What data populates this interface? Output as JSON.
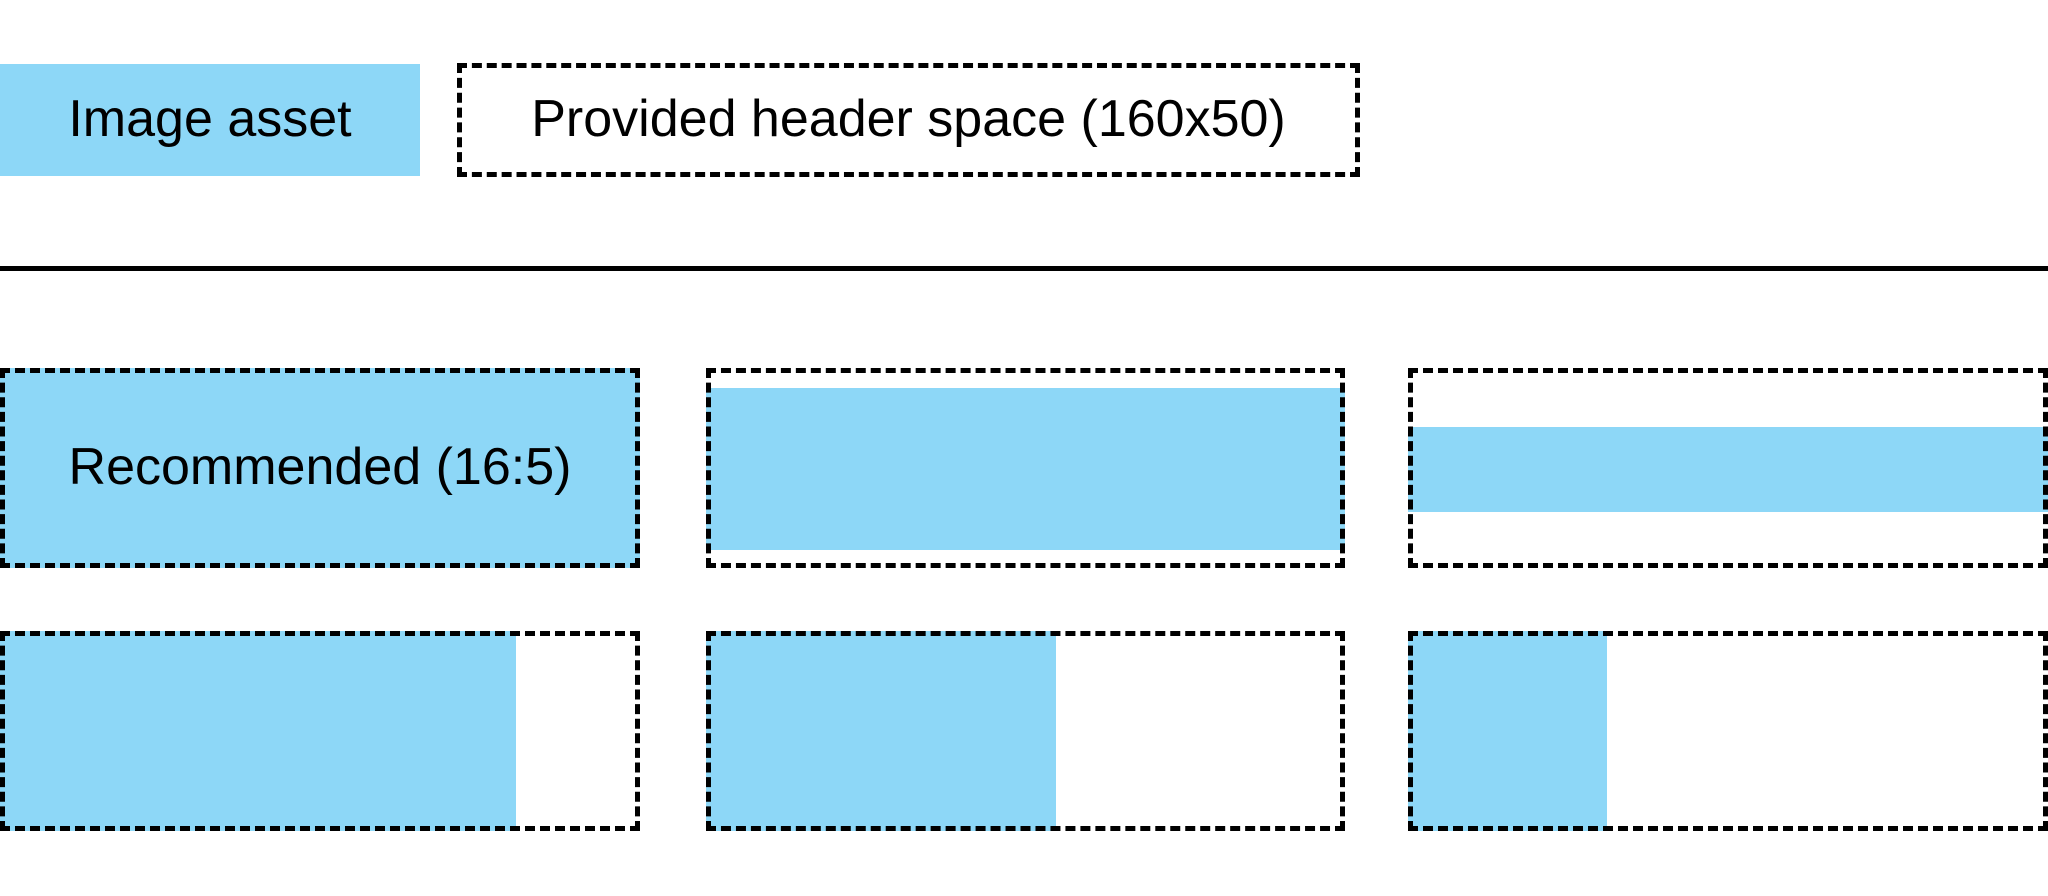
{
  "colors": {
    "asset_blue": "#8DD7F7",
    "ink": "#000000"
  },
  "legend": {
    "image_asset_label": "Image asset",
    "header_space_label": "Provided header space (160x50)"
  },
  "examples": {
    "recommended_label": "Recommended (16:5)",
    "cells": [
      {
        "row": 1,
        "col": 1,
        "label": "Recommended (16:5)",
        "fill_width_pct": 100,
        "fill_height_pct": 100,
        "h_align": "full",
        "v_align": "full"
      },
      {
        "row": 1,
        "col": 2,
        "label": "",
        "fill_width_pct": 100,
        "fill_height_pct": 81,
        "h_align": "full",
        "v_align": "center"
      },
      {
        "row": 1,
        "col": 3,
        "label": "",
        "fill_width_pct": 100,
        "fill_height_pct": 43,
        "h_align": "full",
        "v_align": "center"
      },
      {
        "row": 2,
        "col": 1,
        "label": "",
        "fill_width_pct": 81,
        "fill_height_pct": 100,
        "h_align": "left",
        "v_align": "full"
      },
      {
        "row": 2,
        "col": 2,
        "label": "",
        "fill_width_pct": 55,
        "fill_height_pct": 100,
        "h_align": "left",
        "v_align": "full"
      },
      {
        "row": 2,
        "col": 3,
        "label": "",
        "fill_width_pct": 31,
        "fill_height_pct": 100,
        "h_align": "left",
        "v_align": "full"
      }
    ]
  }
}
